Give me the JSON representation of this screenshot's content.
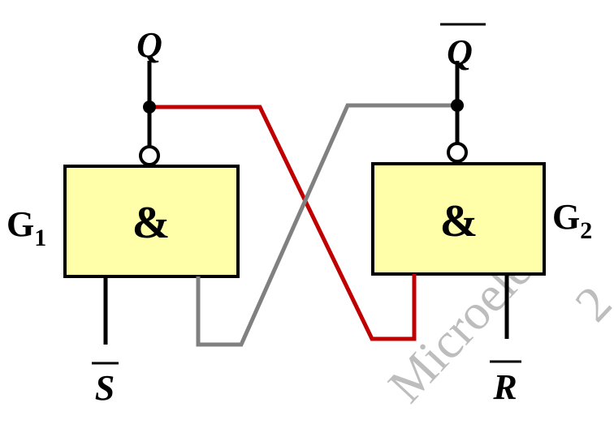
{
  "outputs": {
    "q": "Q",
    "q_bar": "Q"
  },
  "inputs": {
    "s_bar": "S",
    "r_bar": "R"
  },
  "gates": [
    {
      "name": "G",
      "sub": "1",
      "symbol": "&"
    },
    {
      "name": "G",
      "sub": "2",
      "symbol": "&"
    }
  ],
  "watermark": {
    "line1": "Microele",
    "line2": "2"
  },
  "colors": {
    "gate_fill": "#FFFFAA",
    "wire": "#000000",
    "feedback_q": "#C00000",
    "feedback_qbar": "#808080",
    "watermark": "#BDBDBD"
  }
}
